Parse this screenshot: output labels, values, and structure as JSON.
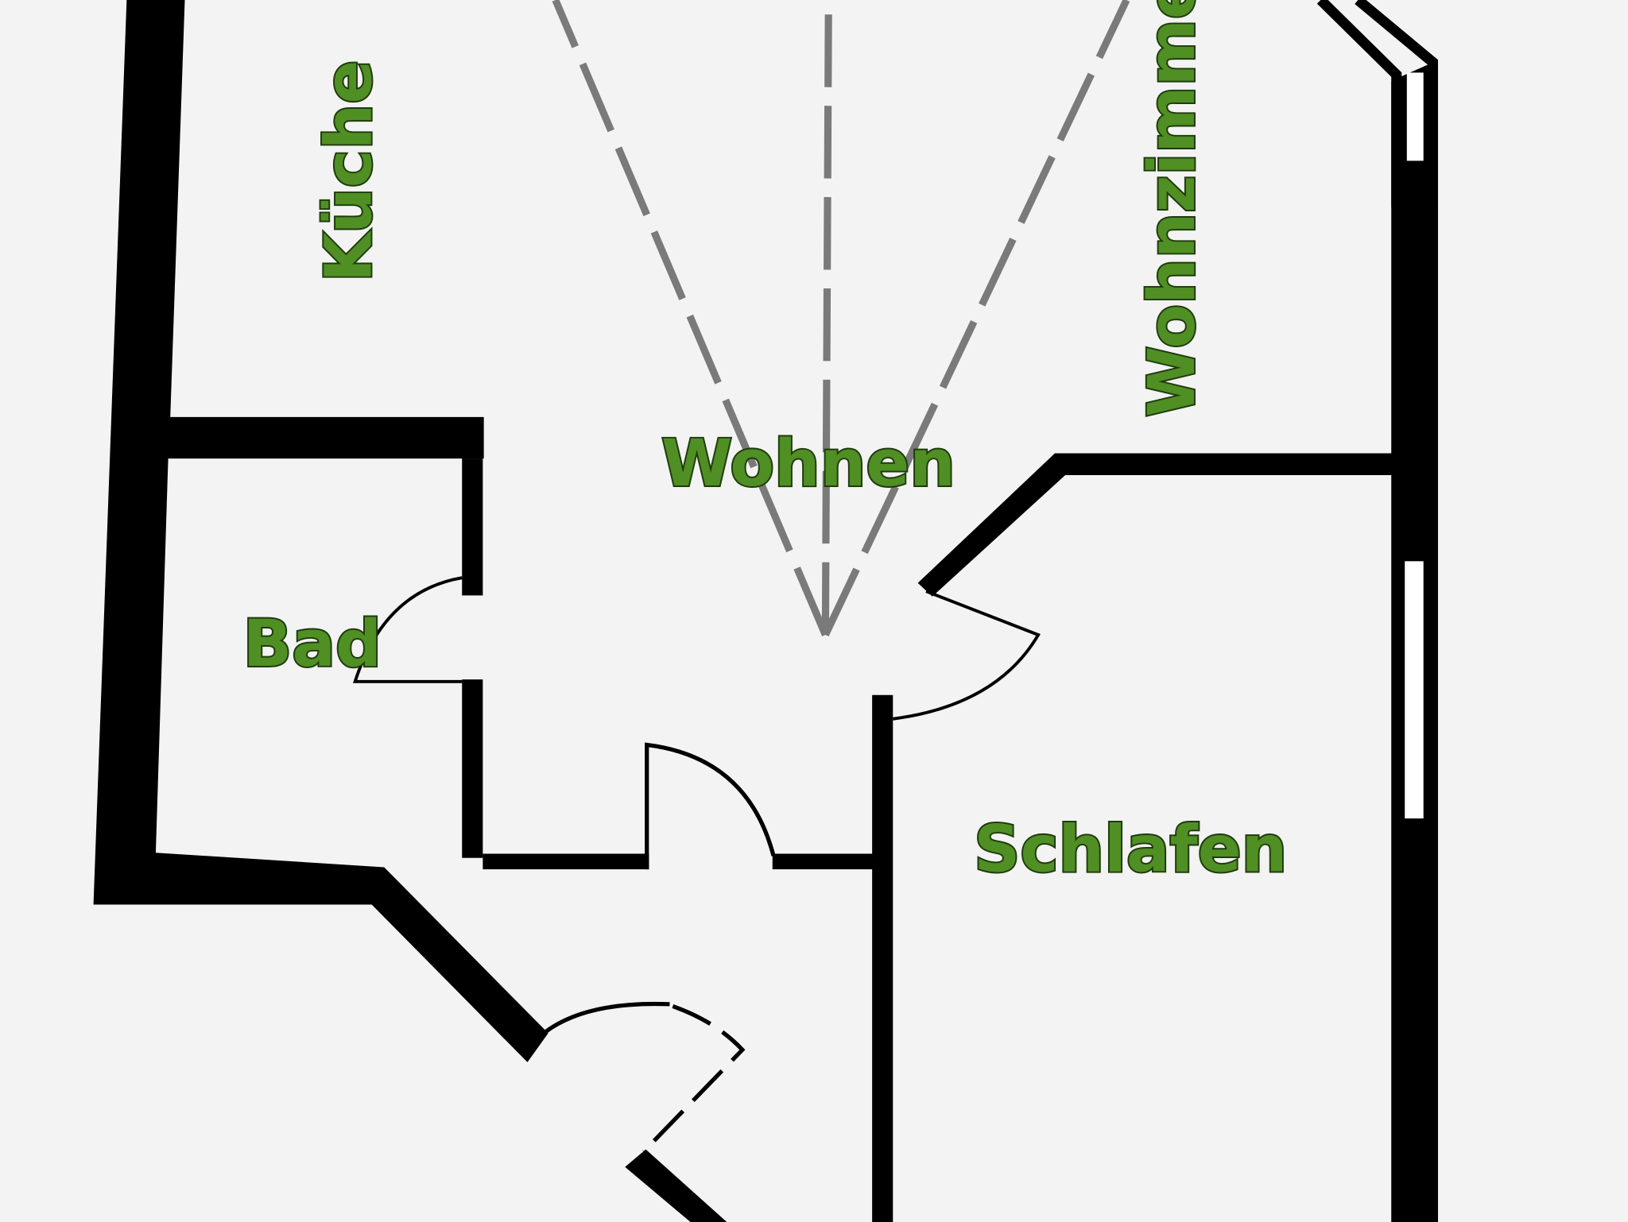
{
  "rooms": {
    "kitchen": "Küche",
    "living_room": "Wohnzimme",
    "living": "Wohnen",
    "bath": "Bad",
    "bedroom": "Schlafen"
  },
  "colors": {
    "label": "#4f8f23",
    "wall": "#000000",
    "background": "#f3f3f3",
    "sightline": "#7a7a7a"
  }
}
